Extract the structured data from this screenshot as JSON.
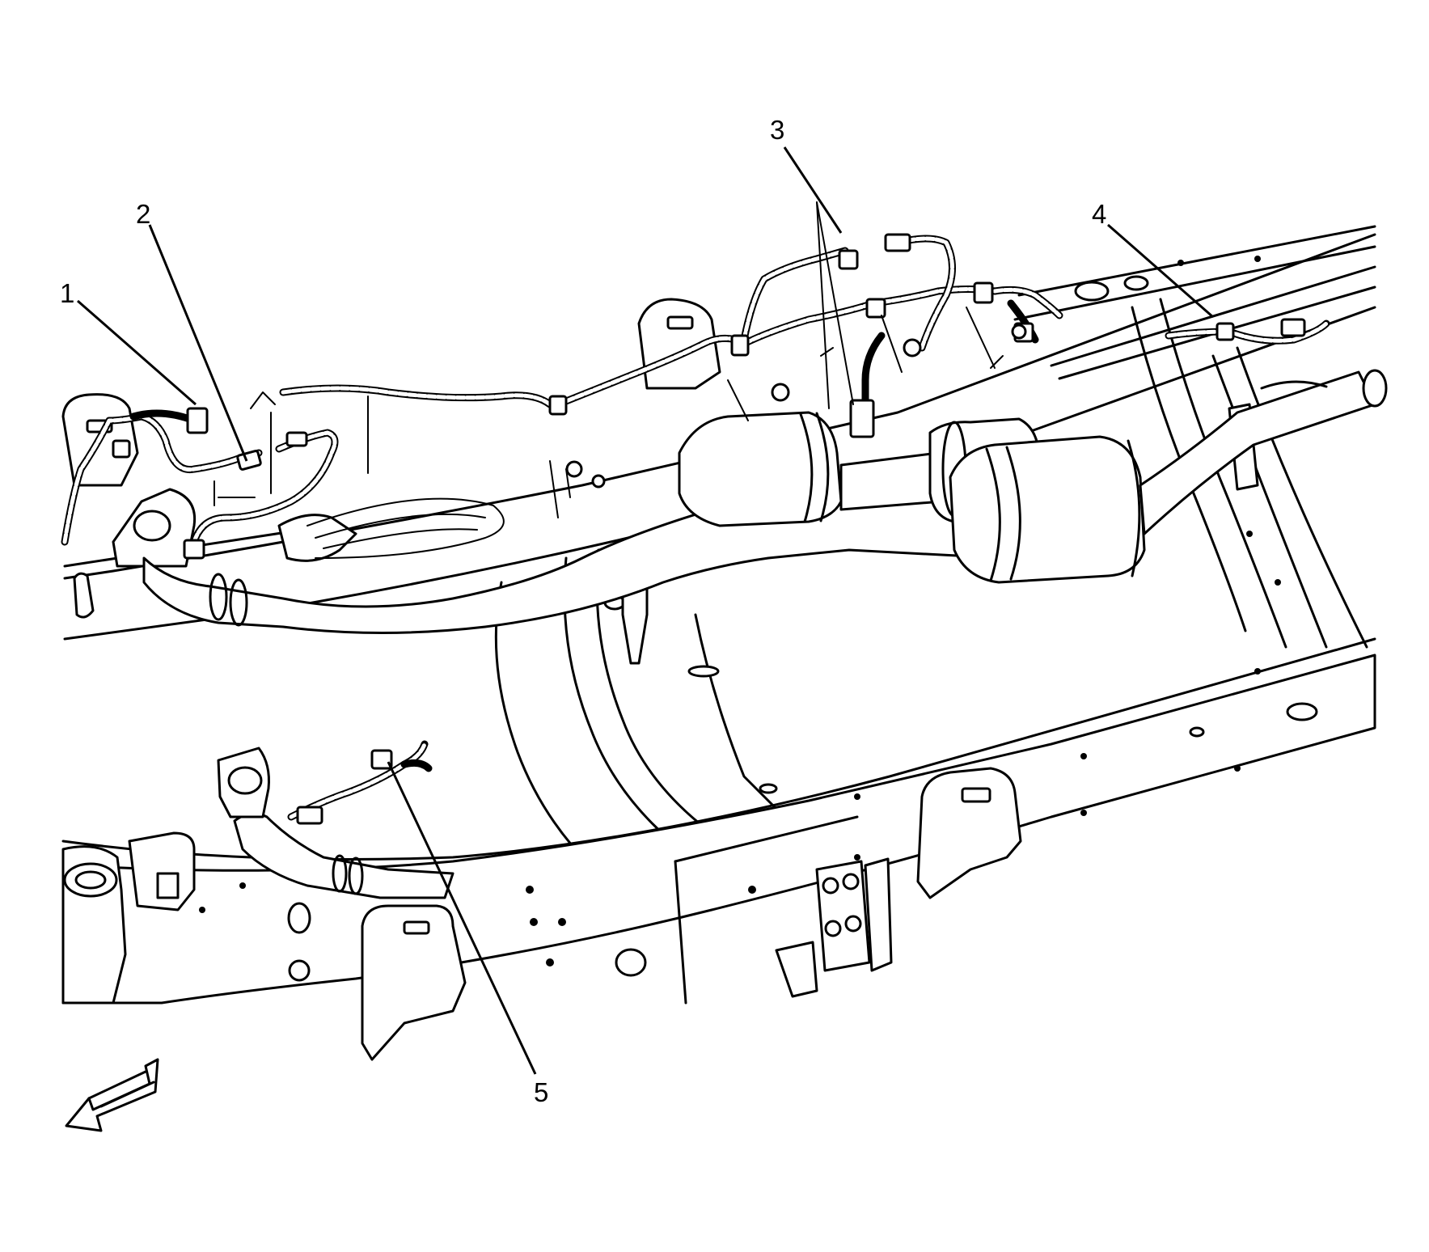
{
  "callouts": [
    {
      "id": "1",
      "label": "1"
    },
    {
      "id": "2",
      "label": "2"
    },
    {
      "id": "3",
      "label": "3"
    },
    {
      "id": "4",
      "label": "4"
    },
    {
      "id": "5",
      "label": "5"
    }
  ],
  "icons": {
    "direction_arrow": "front-direction-arrow-icon"
  },
  "colors": {
    "line": "#000000",
    "background": "#ffffff"
  }
}
